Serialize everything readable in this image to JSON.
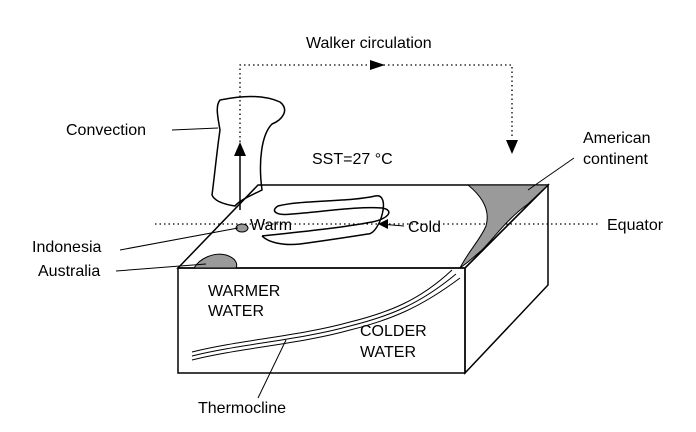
{
  "labels": {
    "walker": "Walker circulation",
    "convection": "Convection",
    "sst": "SST=27 °C",
    "american": [
      "American",
      "continent"
    ],
    "equator": "Equator",
    "warm": "Warm",
    "cold": "Cold",
    "indonesia": "Indonesia",
    "australia": "Australia",
    "warmer_water": [
      "WARMER",
      "WATER"
    ],
    "colder_water": [
      "COLDER",
      "WATER"
    ],
    "thermocline": "Thermocline"
  },
  "colors": {
    "line": "#000000",
    "land": "#9a9a9a",
    "background": "#ffffff"
  }
}
